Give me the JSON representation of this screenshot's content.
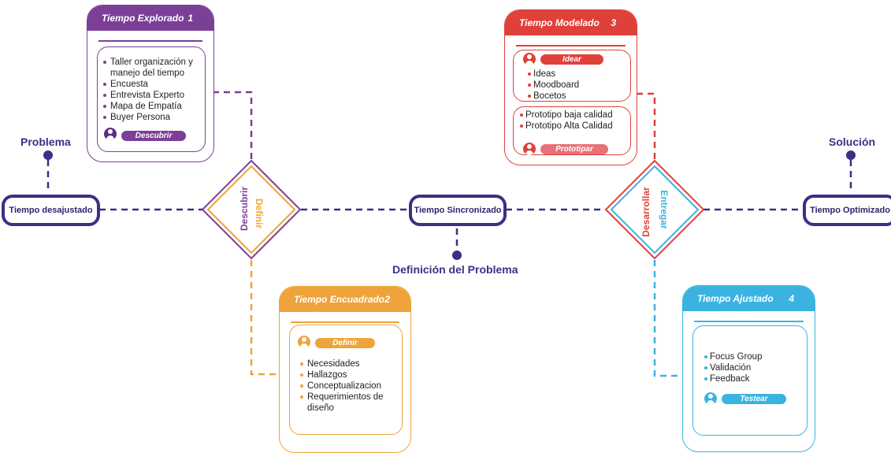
{
  "colors": {
    "navy": "#3d2f86",
    "purple": "#7b3f98",
    "purple_dark": "#5c2d84",
    "orange": "#eea43a",
    "red": "#e0403a",
    "pink": "#e8717a",
    "blue": "#3bb3e0"
  },
  "timeline": {
    "start_label": "Problema",
    "end_label": "Solución",
    "center_label": "Definición del Problema",
    "nodes": {
      "desajustado": "Tiempo desajustado",
      "sincronizado": "Tiempo Sincronizado",
      "optimizado": "Tiempo Optimizado"
    }
  },
  "diamonds": {
    "left": {
      "label_a": "Descubrir",
      "label_b": "Definir"
    },
    "right": {
      "label_a": "Desarrollar",
      "label_b": "Entregar"
    }
  },
  "cards": {
    "explorado": {
      "title": "Tiempo Explorado",
      "number": "1",
      "items": [
        "Taller organización y manejo del tiempo",
        "Encuesta",
        "Entrevista Experto",
        "Mapa de Empatía",
        "Buyer Persona"
      ],
      "tag": "Descubrir",
      "avatar_icon": "user-icon"
    },
    "encuadrado": {
      "title": "Tiempo Encuadrado",
      "number": "2",
      "tag": "Definir",
      "items": [
        "Necesidades",
        "Hallazgos",
        "Conceptualizacion",
        "Requerimientos de diseño"
      ],
      "avatar_icon": "user-icon"
    },
    "modelado": {
      "title": "Tiempo Modelado",
      "number": "3",
      "idear": {
        "tag": "Idear",
        "items": [
          "Ideas",
          "Moodboard",
          "Bocetos"
        ]
      },
      "prototipar": {
        "items": [
          "Prototipo baja calidad",
          "Prototipo Alta Calidad"
        ],
        "tag": "Prototipar"
      },
      "avatar_icon": "user-icon"
    },
    "ajustado": {
      "title": "Tiempo Ajustado",
      "number": "4",
      "items": [
        "Focus Group",
        "Validación",
        "Feedback"
      ],
      "tag": "Testear",
      "avatar_icon": "user-icon"
    }
  }
}
